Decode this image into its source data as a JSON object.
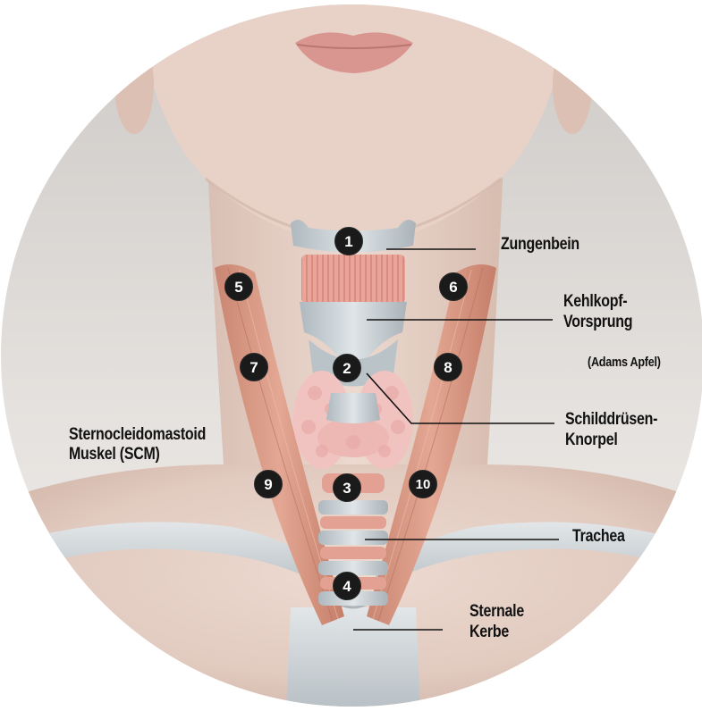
{
  "labels": {
    "zungenbein": "Zungenbein",
    "kehlkopf_1": "Kehlkopf-",
    "kehlkopf_2": "Vorsprung",
    "adams": "(Adams Apfel)",
    "schild_1": "Schilddrüsen-",
    "schild_2": "Knorpel",
    "scm_1": "Sternocleidomastoid",
    "scm_2": "Muskel (SCM)",
    "trachea": "Trachea",
    "sternale_1": "Sternale",
    "sternale_2": "Kerbe"
  },
  "markers": {
    "m1": "1",
    "m2": "2",
    "m3": "3",
    "m4": "4",
    "m5": "5",
    "m6": "6",
    "m7": "7",
    "m8": "8",
    "m9": "9",
    "m10": "10"
  },
  "colors": {
    "background": "#ffffff",
    "skin": "#e3cdc3",
    "muscle": "#d99a86",
    "cartilage": "#c5cdd2",
    "thyroid": "#f1c3c0",
    "marker": "#1a1a1a",
    "text": "#111111"
  }
}
